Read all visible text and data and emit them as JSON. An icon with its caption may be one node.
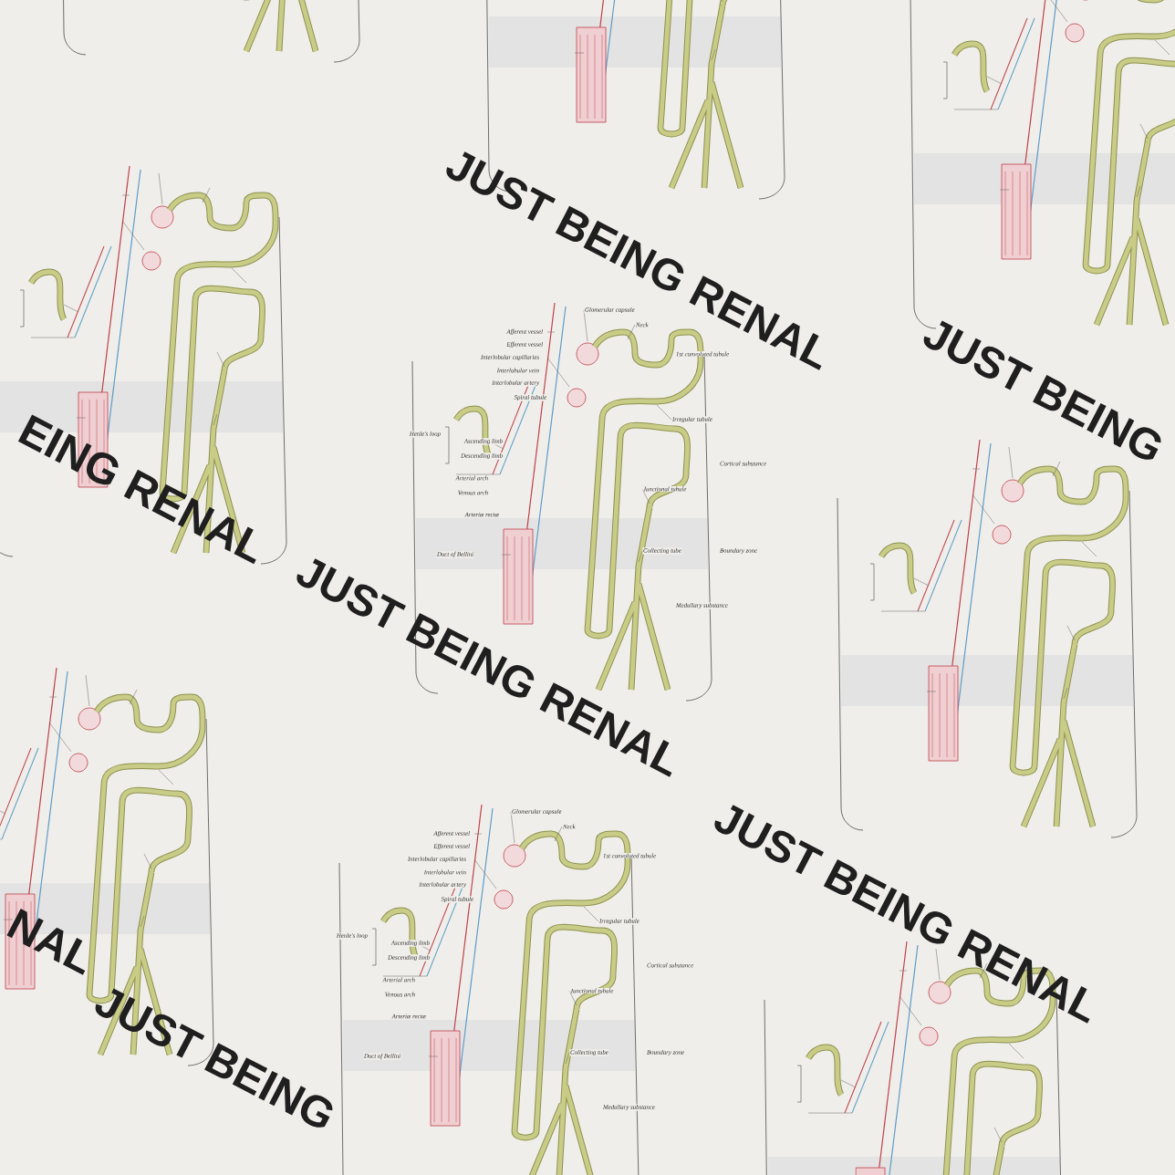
{
  "diagram": {
    "labels": [
      "Glomerular capsule",
      "Neck",
      "1st convoluted tubule",
      "Afferent vessel",
      "Efferent vessel",
      "Interlobular capillaries",
      "Interlobular vein",
      "Interlobular artery",
      "Spiral tubule",
      "Irregular tubule",
      "Henle's loop",
      "Ascending limb",
      "Descending limb",
      "Arterial arch",
      "Venous arch",
      "Cortical substance",
      "Junctional tubule",
      "Arteriæ rectæ",
      "Boundary zone",
      "Collecting tube",
      "Duct of Bellini",
      "Medullary substance",
      "Glomerular capsule",
      "Neck",
      "1st convoluted tubule",
      "Afferent vessel",
      "Efferent vessel",
      "Interlobular capillaries",
      "Interlobular vein",
      "Interlobular artery",
      "Spiral tubule",
      "Irregular tubule",
      "Henle's loop",
      "Ascending limb",
      "Descending limb",
      "Arterial arch",
      "Venous arch",
      "Cortical substance",
      "Junctional tubule",
      "Arteriæ rectæ",
      "Boundary zone",
      "Collecting tube",
      "Duct of Bellini",
      "Medullary substance",
      "JUST BEING RENAL",
      "JUST BEING",
      "EING RENAL",
      "JUST BEING RENAL",
      "JUST BEING RENAL",
      "NAL",
      "JUST BEING"
    ]
  }
}
